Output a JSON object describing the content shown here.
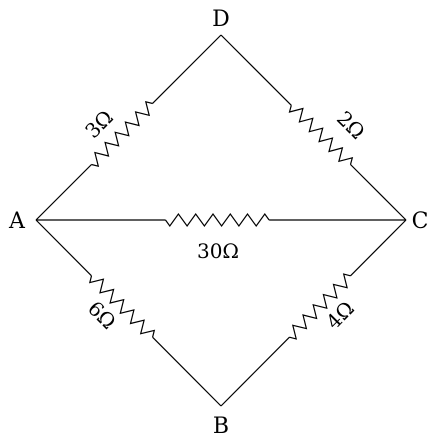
{
  "diagram": {
    "colors": {
      "line": "#000000",
      "background": "#ffffff"
    },
    "nodes": {
      "A": {
        "label": "A"
      },
      "B": {
        "label": "B"
      },
      "C": {
        "label": "C"
      },
      "D": {
        "label": "D"
      }
    },
    "resistors": {
      "AD": {
        "value": "3Ω"
      },
      "DC": {
        "value": "2Ω"
      },
      "AC": {
        "value": "30Ω"
      },
      "AB": {
        "value": "6Ω"
      },
      "BC": {
        "value": "4Ω"
      }
    }
  }
}
